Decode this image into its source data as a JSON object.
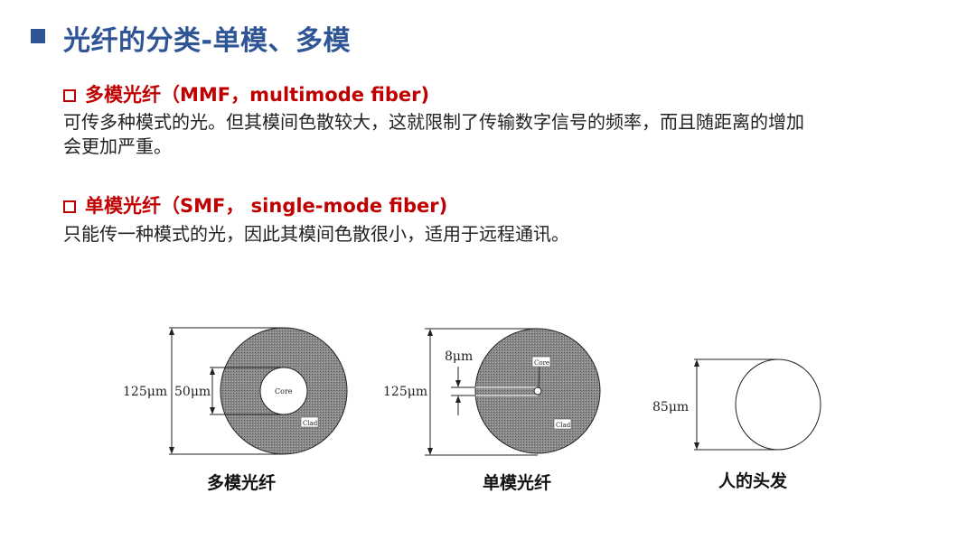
{
  "title": "光纤的分类-单模、多模",
  "multimode": {
    "heading": "多模光纤（MMF，multimode fiber)",
    "body_line1": "可传多种模式的光。但其模间色散较大，这就限制了传输数字信号的频率，而且随距离的增加",
    "body_line2": "会更加严重。"
  },
  "singlemode": {
    "heading": "单模光纤（SMF， single-mode fiber)",
    "body": "只能传一种模式的光，因此其模间色散很小，适用于远程通讯。"
  },
  "diagrams": {
    "mmf": {
      "outer": "125μm",
      "inner": "50μm",
      "core": "Core",
      "clad": "Clad",
      "caption": "多模光纤"
    },
    "smf": {
      "outer": "125μm",
      "inner": "8μm",
      "core": "Core",
      "clad": "Clad",
      "caption": "单模光纤"
    },
    "hair": {
      "diameter": "85μm",
      "caption": "人的头发"
    }
  }
}
